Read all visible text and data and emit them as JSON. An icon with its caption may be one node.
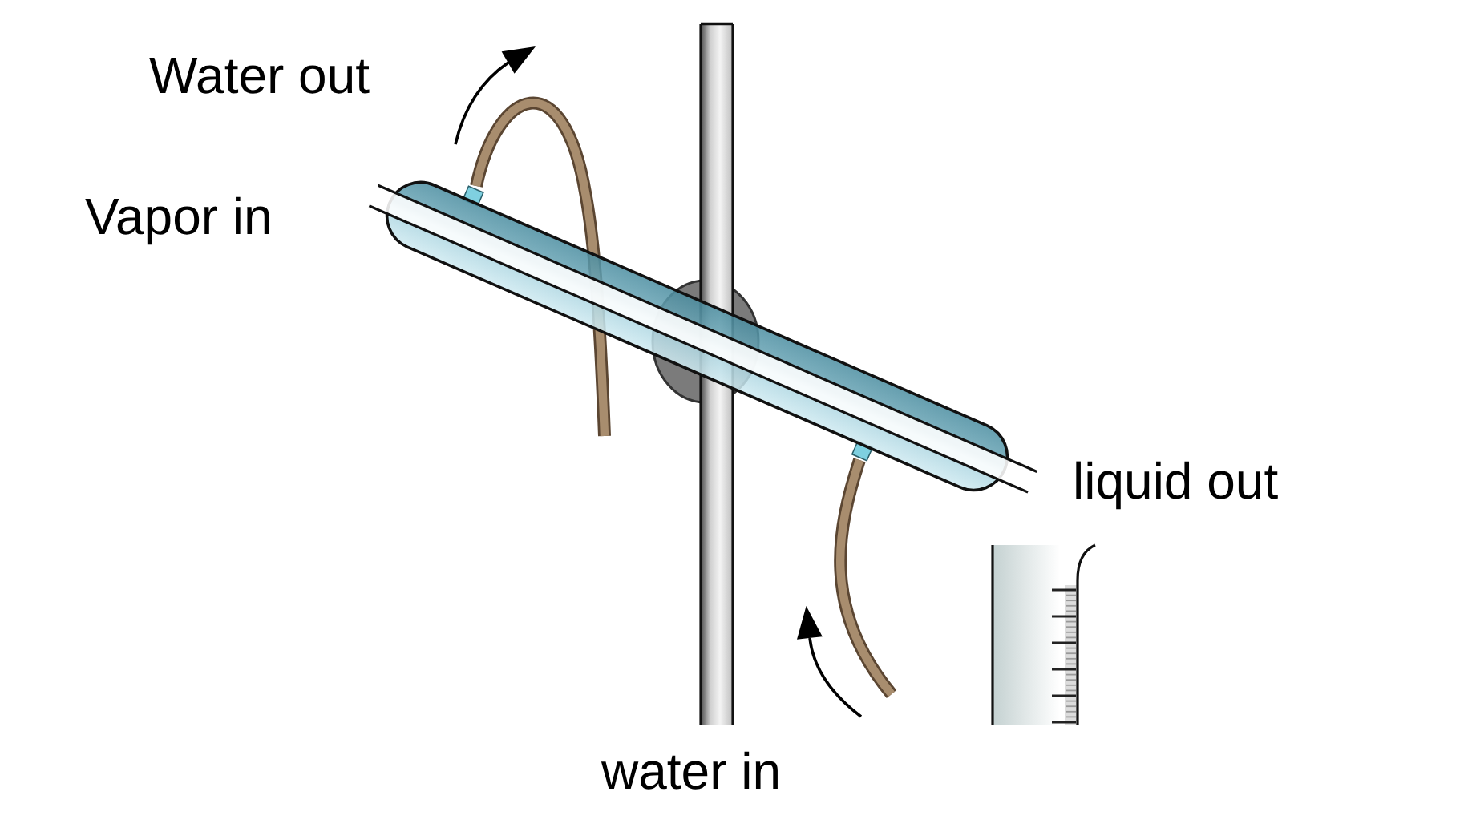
{
  "diagram": {
    "labels": [
      "Water out",
      "Vapor in",
      "liquid out",
      "water in"
    ]
  }
}
